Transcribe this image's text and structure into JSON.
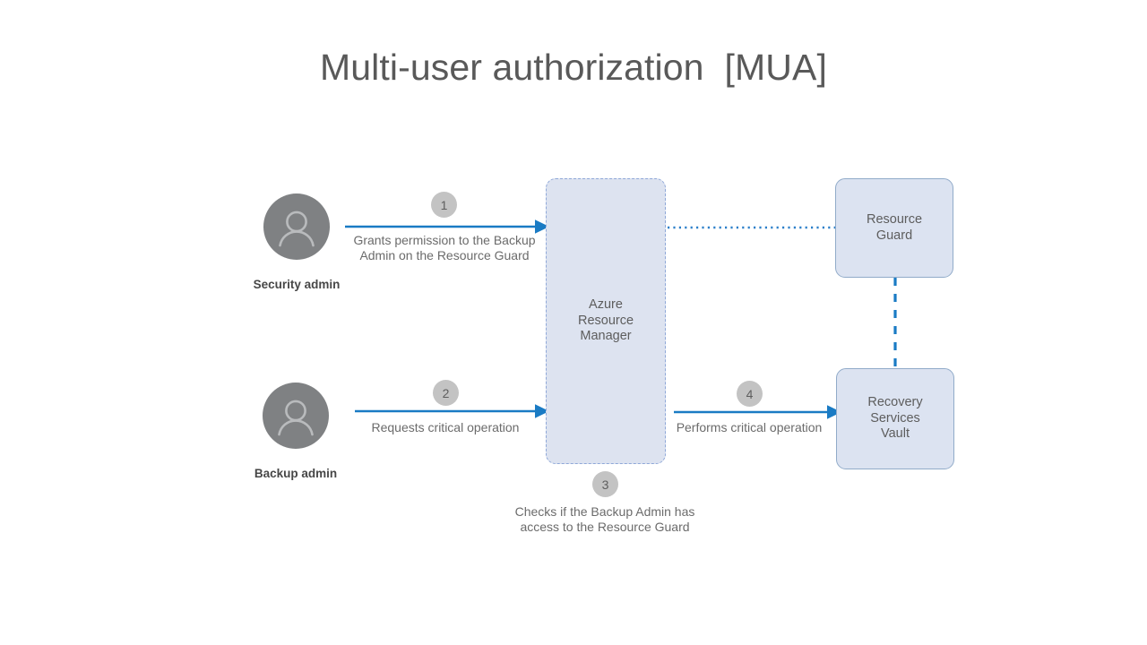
{
  "title": "Multi-user authorization  [MUA]",
  "colors": {
    "arrow_blue": "#1a7bc4",
    "dashed_blue": "#1a7bc4",
    "dotted_blue": "#2b7fc9",
    "box_fill": "#dce3f1",
    "box_border": "#91abc9",
    "dashed_box_border": "#8fa8d8",
    "avatar_circle": "#7f8183",
    "avatar_glyph": "#b9bbbd",
    "badge_fill": "#c3c3c3",
    "badge_text": "#5e5e5e",
    "title_text": "#595959",
    "label_text": "#6b6b6b",
    "actor_text": "#474747",
    "background": "#ffffff"
  },
  "actors": [
    {
      "id": "security-admin",
      "label": "Security admin",
      "icon": "person-avatar-icon"
    },
    {
      "id": "backup-admin",
      "label": "Backup admin",
      "icon": "person-avatar-icon"
    }
  ],
  "boxes": [
    {
      "id": "azure-resource-manager",
      "text": "Azure\nResource\nManager",
      "border": "dashed"
    },
    {
      "id": "resource-guard",
      "text": "Resource\nGuard",
      "border": "solid"
    },
    {
      "id": "recovery-services-vault",
      "text": "Recovery\nServices\nVault",
      "border": "solid"
    }
  ],
  "steps": [
    {
      "number": "1",
      "label": "Grants permission to the Backup\nAdmin on the Resource Guard",
      "from": "security-admin",
      "to": "azure-resource-manager",
      "connector": "solid-arrow"
    },
    {
      "number": "2",
      "label": "Requests critical operation",
      "from": "backup-admin",
      "to": "azure-resource-manager",
      "connector": "solid-arrow"
    },
    {
      "number": "3",
      "label": "Checks if the Backup Admin has\naccess to the Resource Guard",
      "from": "azure-resource-manager",
      "to": "resource-guard",
      "connector": "dotted-line"
    },
    {
      "number": "4",
      "label": "Performs critical operation",
      "from": "azure-resource-manager",
      "to": "recovery-services-vault",
      "connector": "solid-arrow"
    }
  ],
  "connectors": [
    {
      "id": "arm-to-guard-dotted",
      "style": "dotted",
      "orientation": "horizontal"
    },
    {
      "id": "guard-to-vault-dashed",
      "style": "dashed",
      "orientation": "vertical"
    }
  ]
}
